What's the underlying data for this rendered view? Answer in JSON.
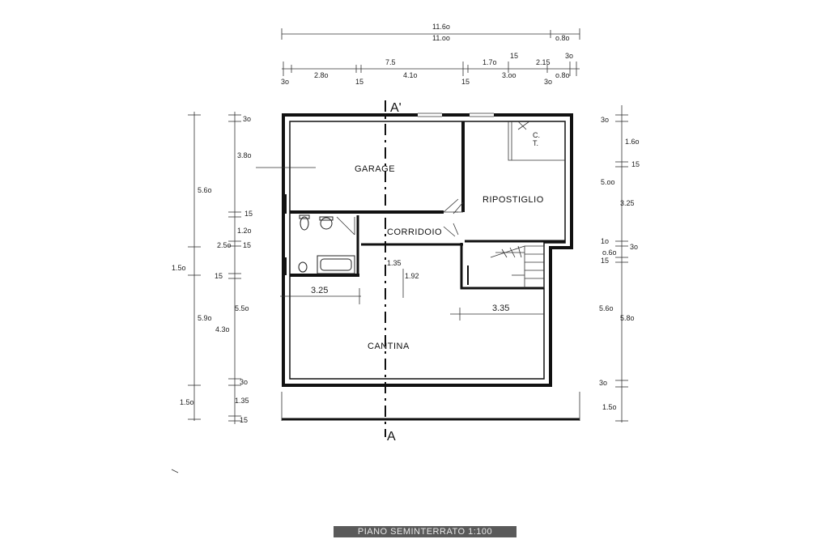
{
  "drawing": {
    "caption": "PIANO SEMINTERRATO 1:100",
    "section_marks": {
      "top": "A'",
      "bottom": "A"
    },
    "rooms": {
      "garage": "GARAGE",
      "ripostiglio": "RIPOSTIGLIO",
      "corridoio": "CORRIDOIO",
      "cantina": "CANTINA",
      "ct": "C.\nT."
    },
    "top_dimensions": {
      "overall_upper": "11.6o",
      "overall_lower": "11.oo",
      "right_small": "o.8o",
      "chain_top": [
        "7.5",
        "1.7o",
        "15",
        "2.15",
        "3o"
      ],
      "chain_bottom": [
        "3o",
        "2.8o",
        "15",
        "4.1o",
        "15",
        "3.oo",
        "3o",
        "o.8o"
      ]
    },
    "left_dimensions": {
      "outer": [
        "5.6o",
        "1.5o",
        "5.9o",
        "1.5o"
      ],
      "middle": [
        "3o",
        "3.8o",
        "15",
        "1.2o",
        "2.5o",
        "15",
        "15",
        "5.5o",
        "4.3o",
        "3o",
        "1.35",
        "15"
      ]
    },
    "right_dimensions": {
      "outer": [
        "3o",
        "1.6o",
        "15",
        "5.oo",
        "3.25",
        "1o",
        "3o",
        "o.6o",
        "15",
        "5.6o",
        "5.8o",
        "3o",
        "1.5o"
      ]
    },
    "interior_dimensions": [
      "1.35",
      "1.92",
      "3.25",
      "3.35"
    ]
  }
}
